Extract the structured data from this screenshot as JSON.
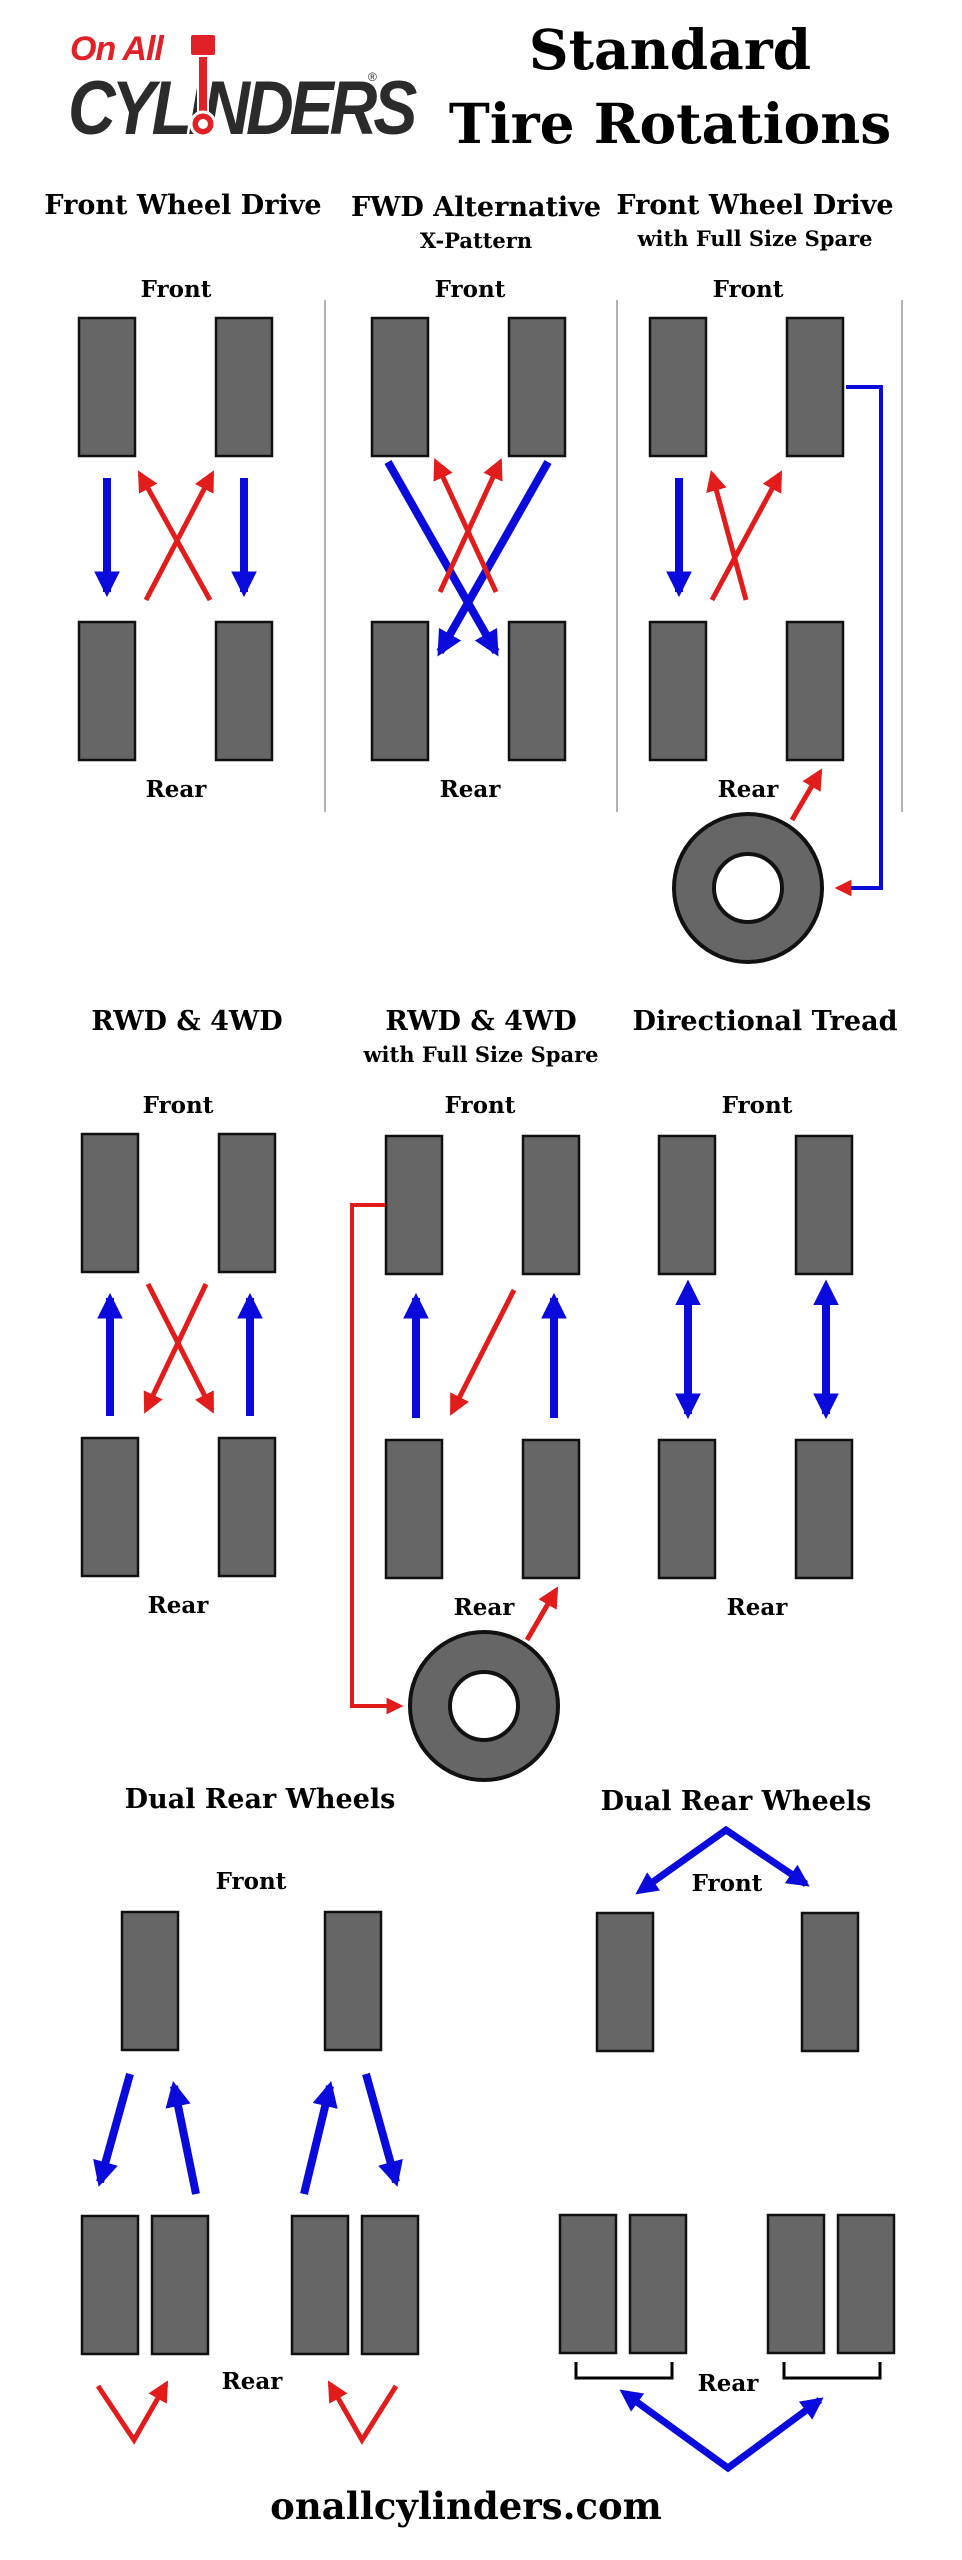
{
  "title": {
    "line1": "Standard",
    "line2": "Tire Rotations"
  },
  "logo": {
    "top": "On All",
    "main": "CYLINDERS",
    "reg": "®"
  },
  "footer": "onallcylinders.com",
  "sections": {
    "fwd": {
      "title": "Front Wheel Drive",
      "front": "Front",
      "rear": "Rear"
    },
    "fwd_alt": {
      "title": "FWD Alternative",
      "subtitle": "X-Pattern",
      "front": "Front",
      "rear": "Rear"
    },
    "fwd_spare": {
      "title": "Front Wheel Drive",
      "subtitle": "with Full Size Spare",
      "front": "Front",
      "rear": "Rear"
    },
    "rwd": {
      "title": "RWD & 4WD",
      "front": "Front",
      "rear": "Rear"
    },
    "rwd_spare": {
      "title": "RWD & 4WD",
      "subtitle": "with Full Size Spare",
      "front": "Front",
      "rear": "Rear"
    },
    "directional": {
      "title": "Directional Tread",
      "front": "Front",
      "rear": "Rear"
    },
    "dual1": {
      "title": "Dual Rear Wheels",
      "front": "Front",
      "rear": "Rear"
    },
    "dual2": {
      "title": "Dual Rear Wheels",
      "front": "Front",
      "rear": "Rear"
    }
  },
  "colors": {
    "tire": "#666666",
    "tire_border": "#111111",
    "arrow_front_to_rear": "#0a0adc",
    "arrow_rear_to_front": "#e21b1b",
    "divider": "#9a9a9a"
  },
  "icons": [
    "piston-icon",
    "spare-tire-icon"
  ]
}
